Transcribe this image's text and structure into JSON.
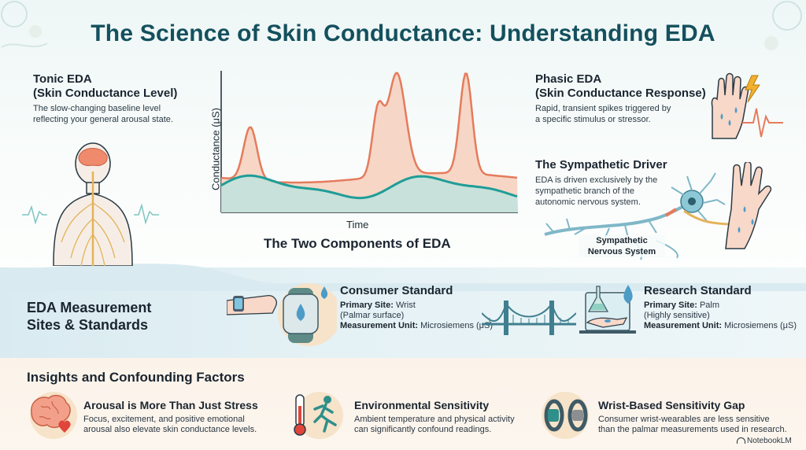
{
  "title": "The Science of Skin Conductance: Understanding EDA",
  "tonic": {
    "heading1": "Tonic EDA",
    "heading2": "(Skin Conductance Level)",
    "description_l1": "The slow-changing baseline level",
    "description_l2": "reflecting your general arousal state."
  },
  "chart": {
    "ylabel": "Conductance (μS)",
    "xlabel": "Time",
    "caption": "The Two Components of EDA"
  },
  "phasic": {
    "heading1": "Phasic EDA",
    "heading2": "(Skin Conductance Response)",
    "description_l1": "Rapid, transient spikes triggered by",
    "description_l2": "a specific stimulus or stressor."
  },
  "sympathetic": {
    "heading": "The Sympathetic Driver",
    "description_l1": "EDA is driven exclusively by the",
    "description_l2": "sympathetic branch of the",
    "description_l3": "autonomic nervous system.",
    "label_l1": "Sympathetic",
    "label_l2": "Nervous System"
  },
  "measurement": {
    "heading_l1": "EDA Measurement",
    "heading_l2": "Sites & Standards",
    "consumer": {
      "title": "Consumer Standard",
      "site_label": "Primary Site:",
      "site_value": "Wrist",
      "site_note": "(Palmar surface)",
      "unit_label": "Measurement Unit:",
      "unit_value": "Microsiemens (μS)"
    },
    "research": {
      "title": "Research Standard",
      "site_label": "Primary Site:",
      "site_value": "Palm",
      "site_note": "(Highly sensitive)",
      "unit_label": "Measurement Unit:",
      "unit_value": "Microsiemens (μS)"
    }
  },
  "insights": {
    "heading": "Insights and Confounding Factors",
    "items": [
      {
        "title": "Arousal is More Than Just Stress",
        "l1": "Focus, excitement, and positive emotional",
        "l2": "arousal also elevate skin conductance levels."
      },
      {
        "title": "Environmental Sensitivity",
        "l1": "Ambient temperature and physical activity",
        "l2": "can significantly confound readings."
      },
      {
        "title": "Wrist-Based Sensitivity Gap",
        "l1": "Consumer wrist-wearables are less sensitive",
        "l2": "than the palmar measurements used in research."
      }
    ]
  },
  "footer": {
    "brand": "NotebookLM"
  },
  "colors": {
    "tonic": "#1f9d97",
    "phasic": "#e57b5c",
    "nerve": "#e3b35a",
    "title": "#14505e"
  }
}
